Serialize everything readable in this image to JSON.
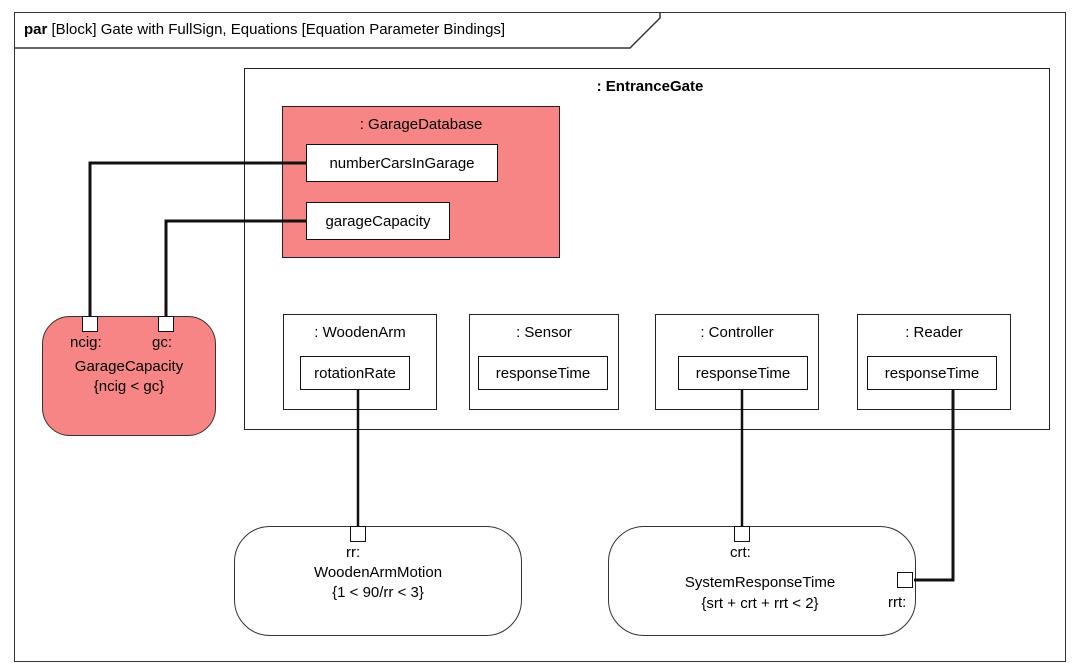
{
  "frame": {
    "kind": "par",
    "title": "[Block] Gate with FullSign, Equations [Equation Parameter Bindings]"
  },
  "entrance_gate": {
    "label": ": EntranceGate"
  },
  "garage_database": {
    "label": ": GarageDatabase",
    "props": [
      "numberCarsInGarage",
      "garageCapacity"
    ]
  },
  "parts": [
    {
      "label": ": WoodenArm",
      "prop": "rotationRate"
    },
    {
      "label": ": Sensor",
      "prop": "responseTime"
    },
    {
      "label": ": Controller",
      "prop": "responseTime"
    },
    {
      "label": ": Reader",
      "prop": "responseTime"
    }
  ],
  "constraints": {
    "garage_capacity": {
      "ports": [
        "ncig:",
        "gc:"
      ],
      "name": "GarageCapacity",
      "expr": "{ncig < gc}"
    },
    "wooden_arm_motion": {
      "port": "rr:",
      "name": "WoodenArmMotion",
      "expr": "{1 < 90/rr < 3}"
    },
    "system_response_time": {
      "ports": [
        "crt:",
        "rrt:"
      ],
      "name": "SystemResponseTime",
      "expr": "{srt + crt + rrt < 2}"
    }
  },
  "colors": {
    "highlight": "#f78585",
    "line": "#111111"
  }
}
